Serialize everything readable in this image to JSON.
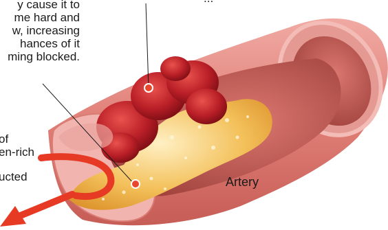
{
  "labels": {
    "top_block": [
      "y cause it to",
      "me hard and",
      "w, increasing",
      "hances of it",
      "ming blocked."
    ],
    "top_cut": "...",
    "left_block": [
      "of",
      "en-rich"
    ],
    "bottom_block": "ucted",
    "artery": "Artery"
  },
  "colors": {
    "artery_outer": "#e7958f",
    "artery_inner": "#c9665f",
    "artery_rim": "#f2b4ae",
    "clot": "#b81e26",
    "plaque": "#f3c05a",
    "marker": "#e8462d",
    "arrow": "#e63a24"
  },
  "icons": [
    "marker-dot-icon",
    "blood-flow-arrow-icon"
  ]
}
